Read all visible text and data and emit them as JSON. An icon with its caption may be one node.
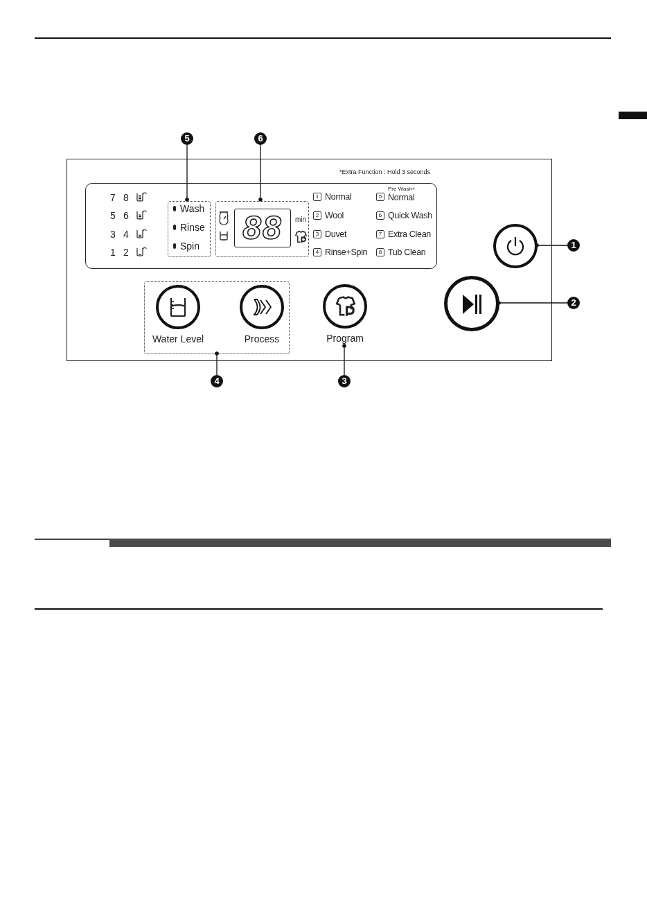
{
  "diagram": {
    "nodes": [
      {
        "text": [],
        "shape": "box"
      },
      {
        "text": [],
        "shape": "box",
        "in": 0
      },
      {
        "text": [
          "Wash",
          "Rinse",
          "Spin"
        ],
        "in": 1
      },
      {
        "text": [
          "88",
          "min"
        ],
        "in": 1
      },
      {
        "text": [],
        "shape": "circle",
        "in": 0
      },
      {
        "text": [],
        "shape": "circle",
        "in": 0
      },
      {
        "text": [],
        "shape": "box",
        "in": 0
      },
      {
        "text": [
          "Water Level"
        ],
        "in": 6
      },
      {
        "text": [
          "Process"
        ],
        "in": 6
      },
      {
        "text": [
          "Program"
        ],
        "in": 0
      },
      {
        "text": [
          "1"
        ]
      },
      {
        "text": [
          "2"
        ]
      },
      {
        "text": [
          "3"
        ]
      },
      {
        "text": [
          "4"
        ]
      },
      {
        "text": [
          "5"
        ]
      },
      {
        "text": [
          "6"
        ]
      }
    ],
    "edges": [
      {
        "from": 10,
        "to": 4,
        "arrow": "other"
      },
      {
        "from": 11,
        "to": 5,
        "arrow": "other"
      },
      {
        "from": 12,
        "to": 9,
        "arrow": "other"
      },
      {
        "from": 13,
        "to": 6,
        "arrow": "other"
      },
      {
        "from": 14,
        "to": 2,
        "arrow": "other"
      },
      {
        "from": 15,
        "to": 3,
        "arrow": "other"
      }
    ],
    "labels": [
      "*Extra Function : Hold 3 seconds",
      "7",
      "8",
      "5",
      "6",
      "3",
      "4",
      "1",
      "2",
      "1",
      "Normal",
      "5",
      "Pre Wash+",
      "Normal",
      "2",
      "Wool",
      "6",
      "Quick Wash",
      "3",
      "Duvet",
      "7",
      "Extra Clean",
      "4",
      "Rinse+Spin",
      "8",
      "Tub Clean"
    ]
  }
}
